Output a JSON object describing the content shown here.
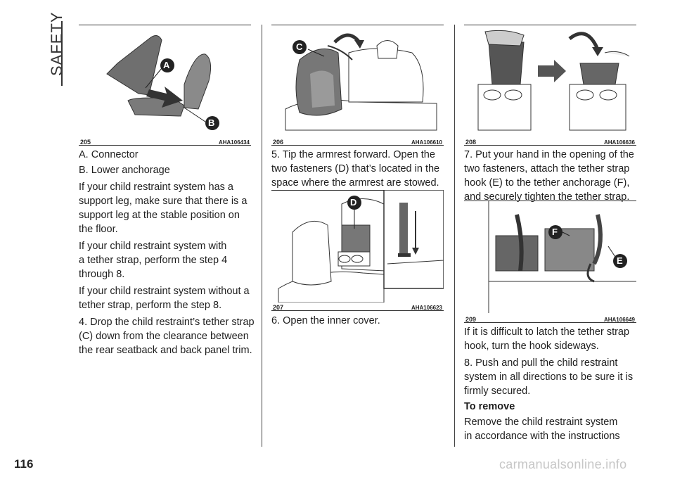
{
  "section": {
    "title": "SAFETY"
  },
  "page_number": "116",
  "watermark": "carmanualsonline.info",
  "figures": {
    "f205": {
      "number": "205",
      "code": "AHA106434",
      "labels": [
        "A",
        "B"
      ]
    },
    "f206": {
      "number": "206",
      "code": "AHA106610",
      "labels": [
        "C"
      ]
    },
    "f207": {
      "number": "207",
      "code": "AHA106623",
      "labels": [
        "D"
      ]
    },
    "f208": {
      "number": "208",
      "code": "AHA106636",
      "labels": []
    },
    "f209": {
      "number": "209",
      "code": "AHA106649",
      "labels": [
        "F",
        "E"
      ]
    }
  },
  "column1": {
    "connector": "A. Connector",
    "anchorage": "B. Lower anchorage",
    "support_leg": [
      "If your child restraint system has a",
      "support leg, make sure that there is a",
      "support leg at the stable position on",
      "the floor."
    ],
    "tether_with": [
      "If your child restraint system with",
      "a tether strap, perform the step 4",
      "through 8."
    ],
    "tether_without": [
      "If your child restraint system without a",
      "tether strap, perform the step 8."
    ],
    "step4": [
      "4. Drop the child restraint’s tether strap",
      "(C) down from the clearance between",
      "the rear seatback and back panel trim."
    ]
  },
  "column2": {
    "step5": [
      "5. Tip the armrest forward. Open the",
      "two fasteners (D) that’s located in the",
      "space where the armrest are stowed."
    ],
    "step6": [
      "6. Open the inner cover."
    ]
  },
  "column3": {
    "step7": [
      "7. Put your hand in the opening of the",
      "two fasteners, attach the tether strap",
      "hook (E) to the tether anchorage (F),",
      "and securely tighten the tether strap."
    ],
    "hook_tip": [
      "If it is difficult to latch the tether strap",
      "hook, turn the hook sideways."
    ],
    "step8": [
      "8. Push and pull the child restraint",
      "system in all directions to be sure it is",
      "firmly secured."
    ],
    "remove_heading": "To remove",
    "remove_text": [
      "Remove the child restraint system",
      "in accordance with the instructions"
    ]
  }
}
